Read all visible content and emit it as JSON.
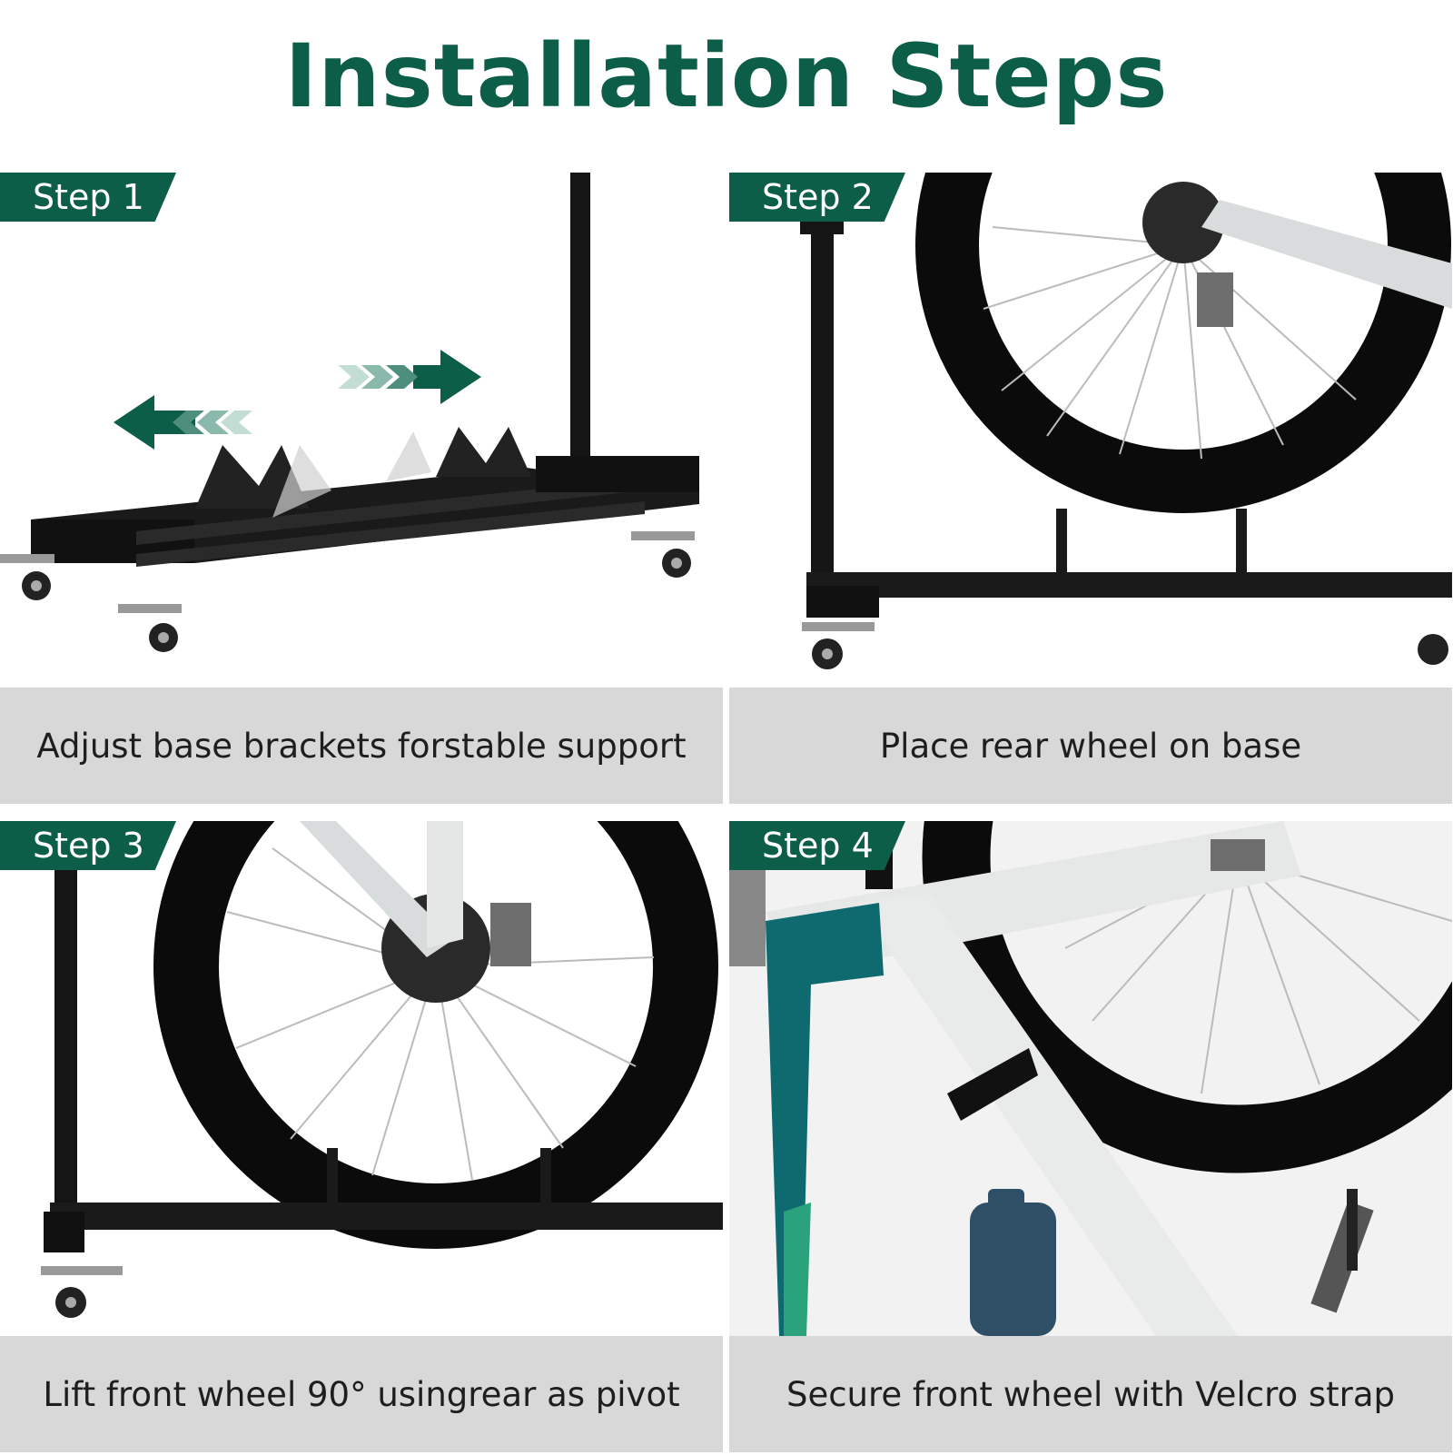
{
  "header": {
    "title": "Installation Steps"
  },
  "colors": {
    "brand_green": "#0d5e48",
    "caption_bg": "#d8d8d8",
    "frame_teal": "#0f6a70"
  },
  "steps": [
    {
      "label": "Step 1",
      "caption": "Adjust base brackets forstable support",
      "illustration": "stand-base-sliding-brackets-arrows"
    },
    {
      "label": "Step 2",
      "caption": "Place rear wheel on base",
      "illustration": "rear-wheel-over-stand-base"
    },
    {
      "label": "Step 3",
      "caption": "Lift front wheel 90° usingrear as pivot",
      "illustration": "wheel-in-bracket-with-cassette"
    },
    {
      "label": "Step 4",
      "caption": "Secure front wheel with Velcro strap",
      "illustration": "bike-frame-strapped-wheel-bottle"
    }
  ]
}
